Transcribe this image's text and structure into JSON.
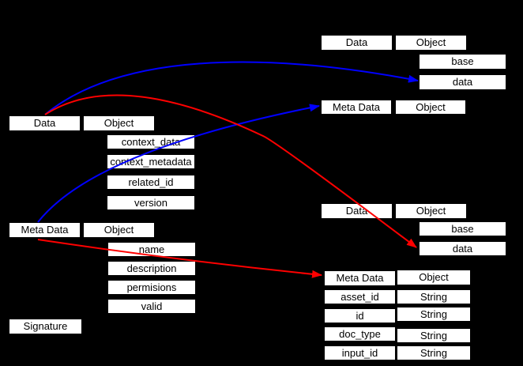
{
  "colors": {
    "background": "#000000",
    "box_fill": "#ffffff",
    "box_text": "#000000",
    "arrow_blue": "#0000ff",
    "arrow_red": "#ff0000"
  },
  "classes": {
    "data_left": {
      "title": "Data",
      "type": "Object",
      "fields": [
        "context_data",
        "context_metadata",
        "related_id",
        "version"
      ]
    },
    "metadata_left": {
      "title": "Meta Data",
      "type": "Object",
      "fields": [
        "name",
        "description",
        "permisions",
        "valid"
      ]
    },
    "signature_left": {
      "title": "Signature"
    },
    "data_top_right": {
      "title": "Data",
      "type": "Object",
      "fields": [
        "base",
        "data"
      ]
    },
    "metadata_top_right": {
      "title": "Meta Data",
      "type": "Object"
    },
    "data_bottom_right": {
      "title": "Data",
      "type": "Object",
      "fields": [
        "base",
        "data"
      ]
    },
    "metadata_bottom_right": {
      "title": "Meta Data",
      "type": "Object",
      "fields": [
        {
          "name": "asset_id",
          "type": "String"
        },
        {
          "name": "id",
          "type": "String"
        },
        {
          "name": "doc_type",
          "type": "String"
        },
        {
          "name": "input_id",
          "type": "String"
        }
      ]
    }
  },
  "arrows": [
    {
      "name": "blue-arrow-data-left-to-data-field-top-right",
      "color": "#0000ff"
    },
    {
      "name": "blue-arrow-metadata-left-to-metadata-top-right",
      "color": "#0000ff"
    },
    {
      "name": "red-arrow-data-left-to-data-field-bottom-right",
      "color": "#ff0000"
    },
    {
      "name": "red-arrow-metadata-left-to-metadata-bottom-right",
      "color": "#ff0000"
    }
  ]
}
